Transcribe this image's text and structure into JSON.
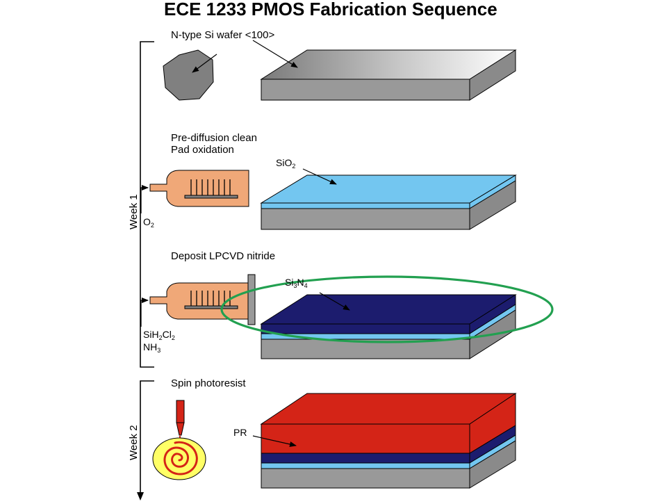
{
  "title": "ECE 1233 PMOS Fabrication Sequence",
  "steps": {
    "wafer": {
      "label": "N-type Si wafer <100>"
    },
    "oxidation": {
      "label_line1": "Pre-diffusion clean",
      "label_line2": "Pad oxidation",
      "layer": "SiO",
      "layer_sub": "2",
      "gas": "O",
      "gas_sub": "2"
    },
    "nitride": {
      "label": "Deposit LPCVD nitride",
      "layer": "Si",
      "layer_sub1": "3",
      "layer_mid": "N",
      "layer_sub2": "4",
      "gas1_a": "SiH",
      "gas1_sub1": "2",
      "gas1_b": "Cl",
      "gas1_sub2": "2",
      "gas2": "NH",
      "gas2_sub": "3"
    },
    "photoresist": {
      "label": "Spin photoresist",
      "layer": "PR"
    }
  },
  "timeline": {
    "week1": "Week 1",
    "week2": "Week 2"
  },
  "colors": {
    "silicon": "#999999",
    "silicon_top": "#808080",
    "oxide": "#73c6f0",
    "nitride": "#1c1c6e",
    "resist": "#d42417",
    "furnace": "#f0a878",
    "highlight": "#22a050",
    "target": "#ffff66"
  }
}
